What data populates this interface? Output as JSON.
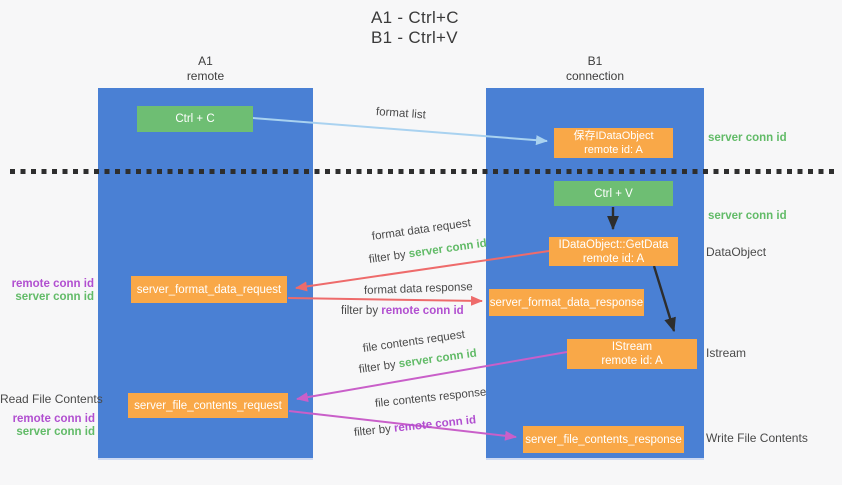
{
  "title": {
    "line1": "A1 - Ctrl+C",
    "line2": "B1 - Ctrl+V"
  },
  "columns": {
    "a": {
      "name": "A1",
      "role": "remote"
    },
    "b": {
      "name": "B1",
      "role": "connection"
    }
  },
  "nodes": {
    "ctrl_c": {
      "label": "Ctrl + C"
    },
    "ctrl_v": {
      "label": "Ctrl + V"
    },
    "save_dataobject": {
      "line1": "保存IDataObject",
      "line2": "remote id: A"
    },
    "getdata": {
      "line1": "IDataObject::GetData",
      "line2": "remote id: A"
    },
    "istream": {
      "line1": "IStream",
      "line2": "remote id: A"
    },
    "format_request": {
      "label": "server_format_data_request"
    },
    "format_response": {
      "label": "server_format_data_response"
    },
    "file_request": {
      "label": "server_file_contents_request"
    },
    "file_response": {
      "label": "server_file_contents_response"
    }
  },
  "edge_labels": {
    "format_list": "format list",
    "format_data_request": "format data request",
    "format_data_response": "format data response",
    "file_contents_request": "file contents request",
    "file_contents_response": "file contents response",
    "filter_by": "filter by ",
    "server_conn_id": "server conn id",
    "remote_conn_id": "remote conn id"
  },
  "side_labels": {
    "right_server_conn_id_1": "server conn id",
    "right_server_conn_id_2": "server conn id",
    "right_dataobject": "DataObject",
    "right_istream": "Istream",
    "right_write_file": "Write File Contents",
    "left_remote_conn_id_1": "remote conn id",
    "left_server_conn_id_1": "server conn id",
    "left_read_file": "Read File Contents",
    "left_remote_conn_id_2": "remote conn id",
    "left_server_conn_id_2": "server conn id"
  },
  "colors": {
    "bg": "#f7f7f8",
    "column_blue": "#4a80d4",
    "box_green": "#6ebe73",
    "box_orange": "#f9a848",
    "arrow_blue": "#a9d2f0",
    "arrow_black": "#2d2d2d",
    "arrow_salmon": "#ee6b6b",
    "arrow_magenta": "#c95fc9",
    "text_green": "#62bb68",
    "text_purple": "#b14fd0",
    "text_gray": "#4a4a4a",
    "dotted": "#2e2e2e"
  }
}
